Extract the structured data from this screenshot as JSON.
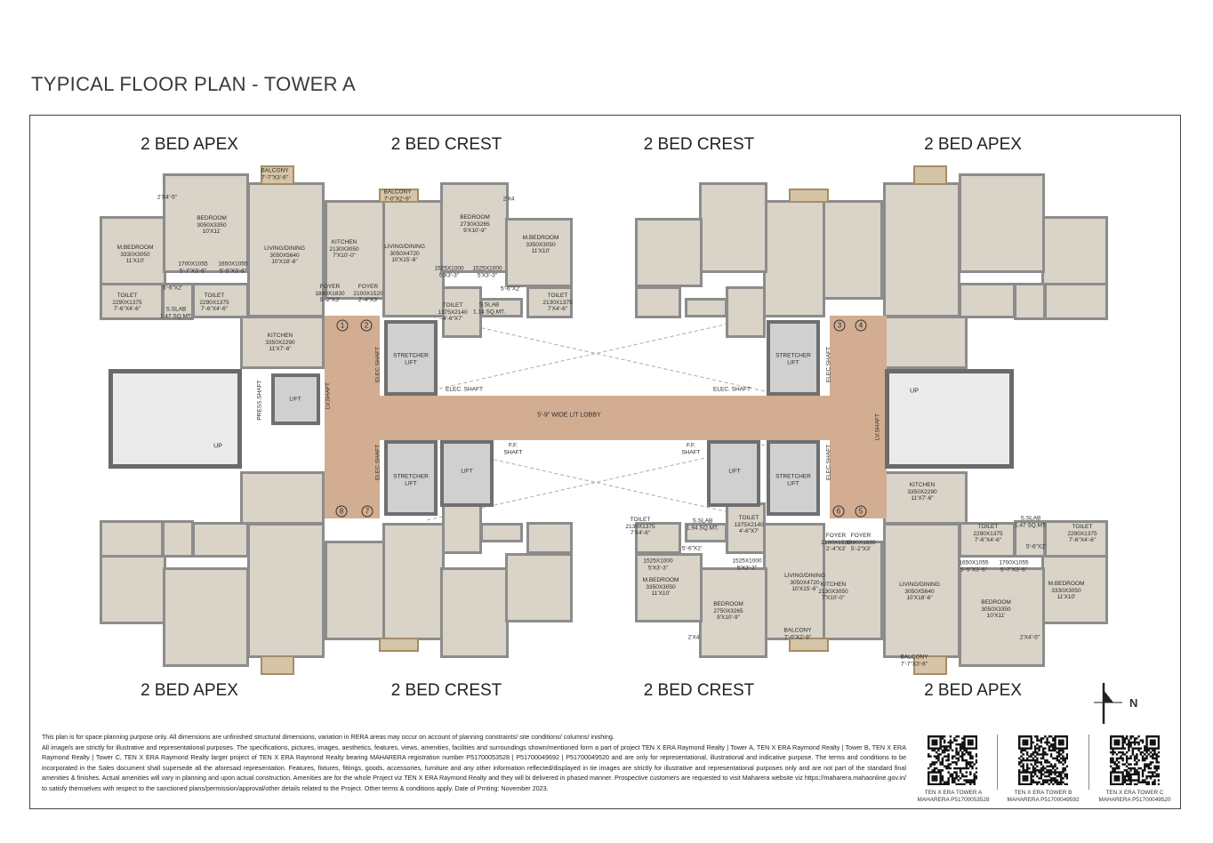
{
  "title": "TYPICAL FLOOR PLAN - TOWER A",
  "unit_headings": {
    "top": [
      "2 BED APEX",
      "2 BED CREST",
      "2 BED CREST",
      "2 BED APEX"
    ],
    "bottom": [
      "2 BED APEX",
      "2 BED CREST",
      "2 BED CREST",
      "2 BED APEX"
    ]
  },
  "plan": {
    "apex_top_left": [
      "BALCONY\n7'-7\"X3'-6\"",
      "2'X4'-5\"",
      "BEDROOM\n3050X3350\n10'X11'",
      "M.BEDROOM\n3330X3050\n11'X10'",
      "LIVING/DINING\n3050X5640\n10'X18'-6\"",
      "1700X1055\n5'-7\"X3'-6\"",
      "1650X1055\n5'-5\"X3'-6\"",
      "5'-6\"X2'",
      "TOILET\n2290X1375\n7'-6\"X4'-6\"",
      "S.SLAB\n1.47 SQ.MT.",
      "TOILET\n2290X1375\n7'-6\"X4'-6\"",
      "FOYER\n1880X1830\n5'-2\"X3'",
      "KITCHEN\n3350X2290\n11'X7'-6\""
    ],
    "crest_top_left": [
      "BALCONY\n7'-0\"X2'-9\"",
      "2'X4",
      "BEDROOM\n2730X3265\n9'X10'-9\"",
      "KITCHEN\n2130X3050\n7'X10'-0\"",
      "LIVING/DINING\n3050X4720\n10'X15'-6\"",
      "M.BEDROOM\n3350X3050\n11'X10'",
      "1525X1000\n5'X3'-3\"",
      "1525X1000\n5'X3'-3\"",
      "5'-6\"X2'",
      "FOYER\n2100X1520\n2'-4\"X3'",
      "TOILET\n1375X2140\n4'-6\"X7'",
      "S.SLAB\n1.14 SQ.MT.",
      "TOILET\n2130X1375\n7'X4'-6\""
    ],
    "crest_bottom_right": [
      "TOILET\n2130X1375\n7'X4'-6\"",
      "S.SLAB\n1.94 SQ.MT.",
      "TOILET\n1375X2140\n4'-6\"X7'",
      "5'-6\"X2'",
      "1525X1000\n5'X3'-3\"",
      "1525X1000\n5'X3'-3\"",
      "M.BEDROOM\n3350X3050\n11'X10'",
      "BEDROOM\n2750X3265\n9'X10'-9\"",
      "2'X4",
      "LIVING/DINING\n3050X4720\n10'X15'-6\"",
      "KITCHEN\n2130X3050\n7'X10'-0\"",
      "BALCONY\n7'-0\"X2'-9\"",
      "FOYER\n2100X1520\n2'-4\"X3'",
      "FOYER\n1880X1830\n5'-2\"X3'"
    ],
    "apex_bottom_right": [
      "KITCHEN\n3350X2290\n11'X7'-6\"",
      "TOILET\n2290X1375\n7'-6\"X4'-6\"",
      "S.SLAB\n1.47 SQ.MT.",
      "TOILET\n2290X1375\n7'-6\"X4'-6\"",
      "5'-6\"X2'",
      "1650X1055\n5'-5\"X3'-6\"",
      "1700X1055\n5'-7\"X3'-6\"",
      "LIVING/DINING\n3050X5640\n10'X18'-6\"",
      "M.BEDROOM\n3330X3050\n11'X10'",
      "BEDROOM\n3050X3350\n10'X11'",
      "2'X4'-5\"",
      "BALCONY\n7'-7\"X3'-6\""
    ],
    "core": [
      "1",
      "2",
      "3",
      "4",
      "8",
      "7",
      "6",
      "5",
      "STRETCHER\nLIFT",
      "STRETCHER\nLIFT",
      "STRETCHER\nLIFT",
      "STRETCHER\nLIFT",
      "ELEC. SHAFT",
      "ELEC. SHAFT",
      "ELEC.SHAFT",
      "ELEC.SHAFT",
      "ELEC.SHAFT",
      "ELEC.SHAFT",
      "5'-9\" WIDE LIT LOBBY",
      "F.F.\nSHAFT",
      "F.F.\nSHAFT",
      "LIFT",
      "LIFT",
      "LIFT",
      "PRESS.SHAFT",
      "LV.SHAFT",
      "LV.SHAFT",
      "UP",
      "UP"
    ]
  },
  "north_label": "N",
  "disclaimer": {
    "line1": "This plan is for space planning purpose only. All dimensions are unfinished structural dimensions, variation in RERA areas may occur on account of planning constraints/ site conditions/ columns/ inishing.",
    "body": "All image/s are strictly for illustrative and representational purposes. The specifications, pictures, images, aesthetics, features, views, amenities, facilities and surroundings shown/mentioned form a part of project TEN X ERA Raymond Realty | Tower A, TEN X ERA Raymond Realty | Tower B, TEN X ERA Raymond Realty | Tower C, TEN X ERA Raymond Realty larger project of TEN X ERA Raymond Realty bearing MAHARERA registration number P51700053528 | P51700049692 | P51700049520 and are only for representational, illustrational and indicative purpose. The terms and conditions to be incorporated in the Sales document shall supersede all the aforesaid representation. Features, fixtures, fittings, goods, accessories, furniture and any other information reflected/displayed in tie images are strictly for illustrative and representational purposes only and are not part of the standard final amenities & finishes. Actual amenities will vary in planning and upon actual construction. Amenities are for the whole Project viz TEN X ERA Raymond Realty and they will bi delivered in phased manner. Prospective customers are requested to visit Maharera website viz https://maharera.mahaonline.gov.in/ to satisfy themselves with respect to the sanctioned plans/permission/approval/other details related to the Project. Other terms & conditions apply. Date of Prnting: November 2023."
  },
  "qr_codes": [
    {
      "line1": "TEN X ERA TOWER A",
      "line2": "MAHARERA P51700053528"
    },
    {
      "line1": "TEN X ERA TOWER B",
      "line2": "MAHARERA P51700049592"
    },
    {
      "line1": "TEN X ERA TOWER C",
      "line2": "MAHARERA P51700049520"
    }
  ],
  "colors": {
    "floor": "#d9d3c8",
    "lobby": "#d2ad91",
    "wall": "#8c8c8c",
    "balcony": "#d6c4a6"
  }
}
